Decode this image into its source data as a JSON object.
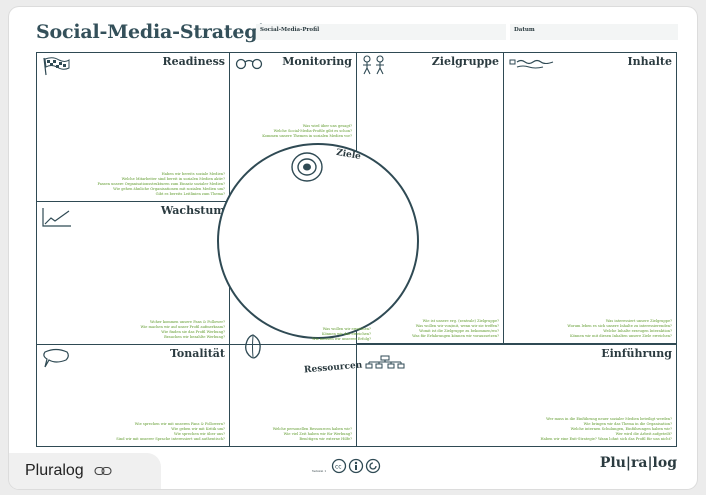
{
  "canvas": {
    "title": "Social-Media-Strategie",
    "profile_label": "Social-Media-Profil",
    "date_label": "Datum"
  },
  "cells": {
    "readiness": {
      "title": "Readiness",
      "questions": [
        "Haben wir bereits soziale Medien?",
        "Welche Mitarbeiter sind bereit in sozialen Medien aktiv?",
        "Passen unsere Organisationsstrukturen zum Einsatz sozialer Medien?",
        "Wie gehen ähnliche Organisationen mit sozialen Medien um?",
        "Gibt es bereits Leitlinien zum Thema?"
      ]
    },
    "monitoring": {
      "title": "Monitoring",
      "questions": [
        "Was wird über uns gesagt?",
        "Welche Social-Media-Profile gibt es schon?",
        "Kommen unsere Themen in sozialen Medien vor?"
      ]
    },
    "zielgruppe": {
      "title": "Zielgruppe",
      "questions": [
        "Wie ist unsere erg. (zentrale) Zielgruppe?",
        "Was wollen wir von/mit, wenn wir sie treffen?",
        "Womit ist die Zielgruppe zu bekommen/wo?",
        "Was für Erfahrungen können wir voraussetzen?"
      ]
    },
    "inhalte": {
      "title": "Inhalte",
      "questions": [
        "Was interessiert unsere Zielgruppe?",
        "Worum leben es sich unsere Inhalte zu interessierenden?",
        "Welche Inhalte erzeugen Interaktion?",
        "Können wir mit diesen Inhalten unsere Ziele erreichen?"
      ]
    },
    "wachstum": {
      "title": "Wachstum",
      "questions": [
        "Woher kommen unsere Fans & Follower?",
        "Wie machen wir auf unser Profil aufmerksam?",
        "Wie finden sie das Profil Werbung?",
        "Brauchen wir bezahlte Werbung?"
      ]
    },
    "ziele": {
      "title": "Ziele",
      "questions": [
        "Was wollen wir erreichen?",
        "Können wir das erreichen?",
        "Wie messen wir unseren Erfolg?"
      ]
    },
    "tonalitaet": {
      "title": "Tonalität",
      "questions": [
        "Wie sprechen wir mit unseren Fans & Followern?",
        "Wie geben wir mit Kritik um?",
        "Wie sprechen wir über uns?",
        "Sind wir mit unserer Sprache interessiert und authentisch?"
      ]
    },
    "ressourcen": {
      "title": "Ressourcen",
      "questions": [
        "Welche personellen Ressourcen haben wir?",
        "Wie viel Zeit haben wir für Werbung?",
        "Benötigen wir externe Hilfe?"
      ]
    },
    "einfuehrung": {
      "title": "Einführung",
      "questions": [
        "Wer muss in die Einführung neuer sozialer Medien beteiligt werden?",
        "Wie bringen wir das Thema in die Organisation?",
        "Welche internen Schulungen, Einführungen haben wir?",
        "Wer wird die Arbeit aufgeteilt?",
        "Haben wir eine Exit-Strategie? Wann lohnt sich das Profil für uns nicht?"
      ]
    }
  },
  "footer": {
    "source_name": "Pluralog",
    "version": "Version 1",
    "brand": "Plu|ra|log"
  },
  "icons": [
    "checkered-flag-icon",
    "binoculars-icon",
    "people-icon",
    "text-wave-icon",
    "growth-chart-icon",
    "target-icon",
    "speech-bubble-icon",
    "cocoa-bean-icon",
    "org-chart-icon",
    "link-icon",
    "creative-commons-icon",
    "cc-by-icon",
    "cc-share-alike-icon"
  ],
  "colors": {
    "border": "#2f4a54",
    "question_text": "#5f9a2c",
    "title_text": "#34505a"
  }
}
